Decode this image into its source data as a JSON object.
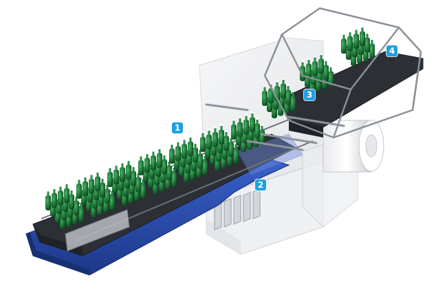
{
  "diagram": {
    "markers": [
      {
        "label": "1"
      },
      {
        "label": "2"
      },
      {
        "label": "3"
      },
      {
        "label": "4"
      }
    ]
  },
  "colors": {
    "marker": "#1da1e2",
    "conveyor_blue": "#2b4fb3",
    "bottle_green": "#1f7a3a",
    "frame_dark": "#3a3a3a",
    "housing": "#e6e8ec"
  }
}
